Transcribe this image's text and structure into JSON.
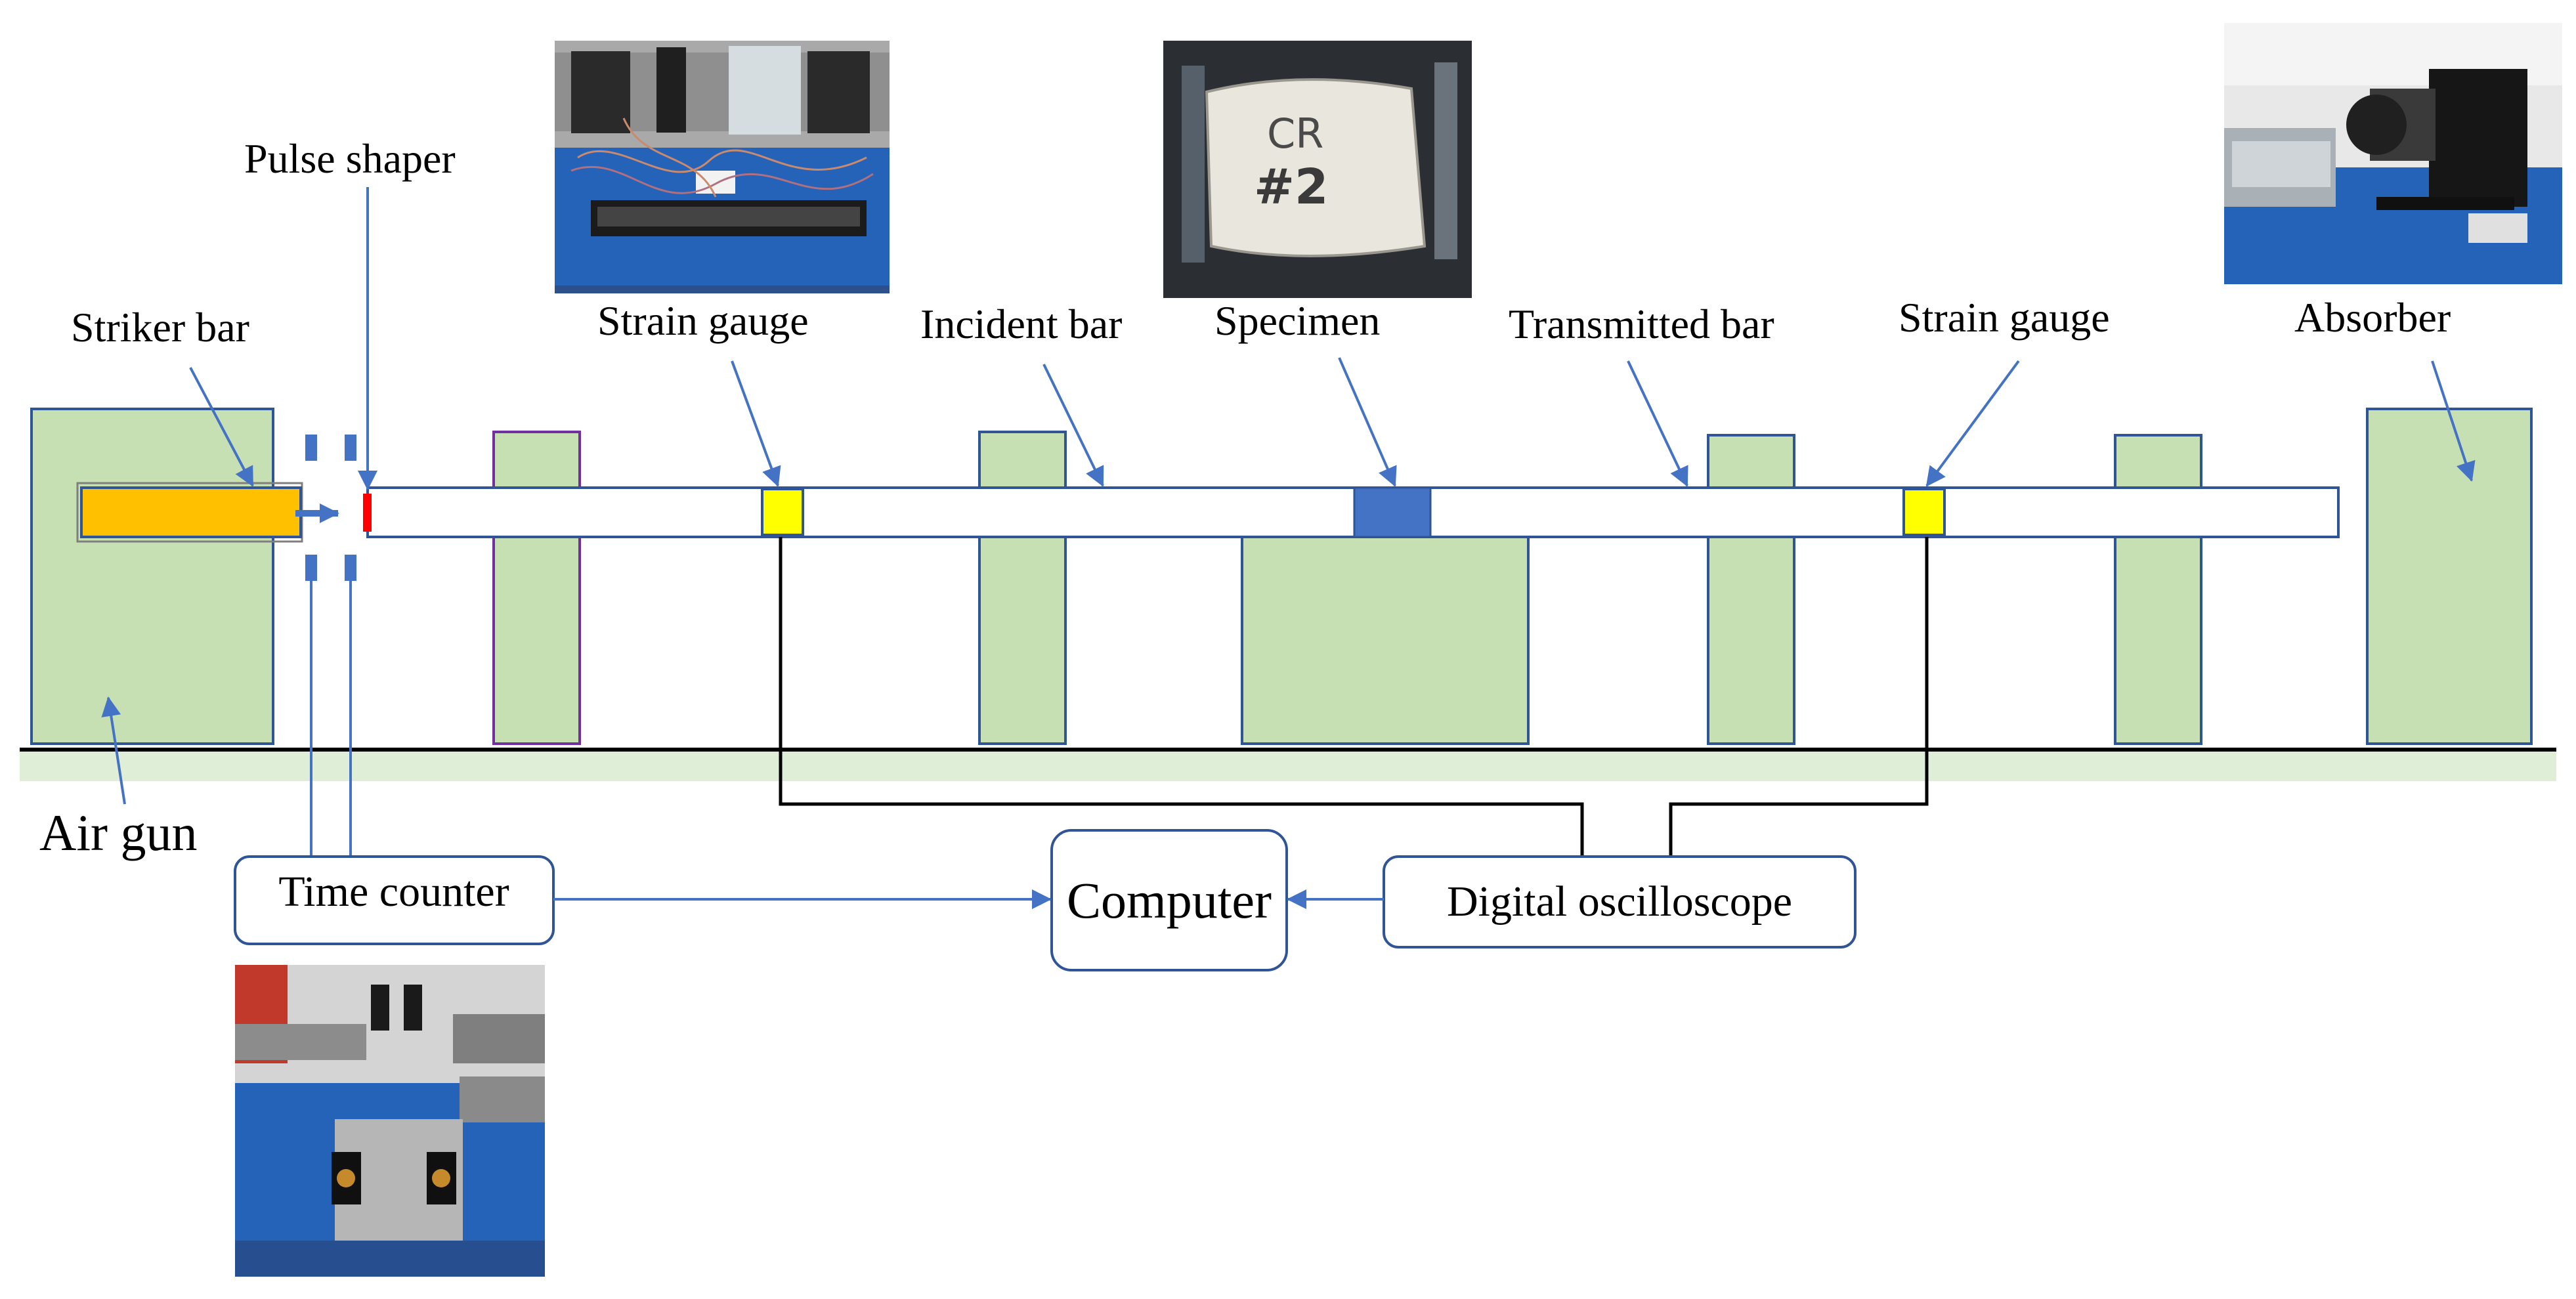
{
  "labels": {
    "pulse_shaper": "Pulse shaper",
    "striker_bar": "Striker bar",
    "strain_gauge_1": "Strain gauge",
    "incident_bar": "Incident bar",
    "specimen": "Specimen",
    "transmitted_bar": "Transmitted bar",
    "strain_gauge_2": "Strain gauge",
    "absorber": "Absorber",
    "air_gun": "Air gun"
  },
  "boxes": {
    "time_counter": "Time counter",
    "computer": "Computer",
    "digital_oscilloscope": "Digital oscilloscope"
  },
  "photos": {
    "strain_gauge_photo": "photo of strain gauge wiring on bar",
    "specimen_photo": "photo of specimen",
    "specimen_marking_1": "CR",
    "specimen_marking_2": "#2",
    "absorber_photo": "photo of absorber",
    "time_counter_photo": "photo of time counter sensors"
  },
  "colors": {
    "support_fill": "#c6e0b4",
    "support_stroke": "#2f5597",
    "striker": "#ffc000",
    "pulse_shaper": "#ff0000",
    "strain_gauge": "#ffff00",
    "specimen": "#4472c4",
    "arrow": "#4472c4",
    "box_stroke": "#2f5597",
    "photo_blue": "#2563b8"
  }
}
